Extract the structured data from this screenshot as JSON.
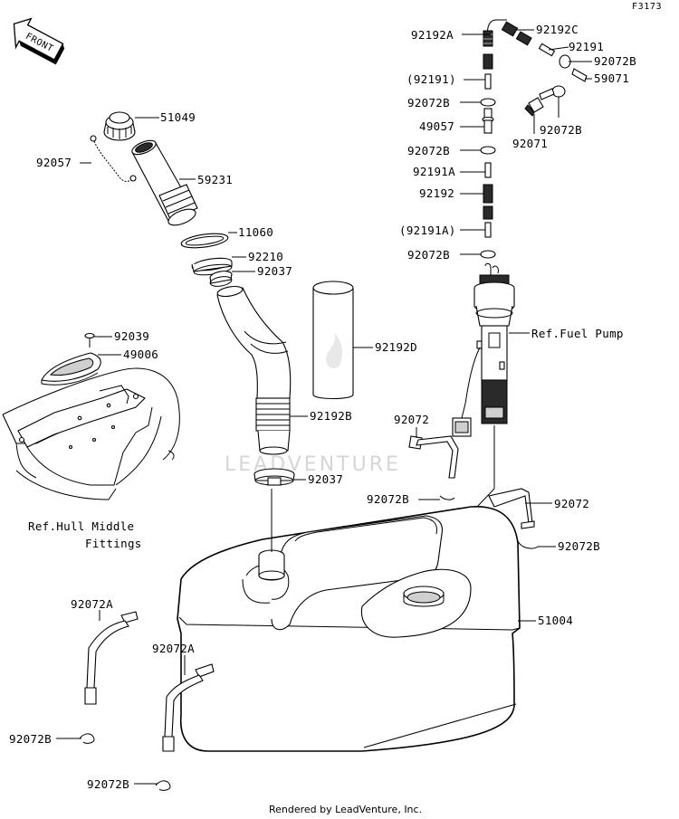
{
  "figure_code": "F3173",
  "watermark": "LEADVENTURE",
  "footer": "Rendered by LeadVenture, Inc.",
  "front_marker": "FRONT",
  "labels": {
    "92192C": "92192C",
    "92192A": "92192A",
    "92191": "92191",
    "92072B_top": "92072B",
    "59071": "59071",
    "92191_paren": "(92191)",
    "92072B_a": "92072B",
    "49057": "49057",
    "92072B_right": "92072B",
    "92072B_b": "92072B",
    "92071": "92071",
    "92191A": "92191A",
    "92192": "92192",
    "92191A_paren": "(92191A)",
    "92072B_c": "92072B",
    "51049": "51049",
    "92057": "92057",
    "59231": "59231",
    "11060": "11060",
    "92210": "92210",
    "92037_top": "92037",
    "92192D": "92192D",
    "92192B": "92192B",
    "92037_bottom": "92037",
    "ref_fuel_pump": "Ref.Fuel Pump",
    "92039": "92039",
    "49006": "49006",
    "92072_left": "92072",
    "92072B_mid": "92072B",
    "92072_right": "92072",
    "92072B_right2": "92072B",
    "ref_hull_line1": "Ref.Hull Middle",
    "ref_hull_line2": "Fittings",
    "51004": "51004",
    "92072A_left": "92072A",
    "92072A_mid": "92072A",
    "92072B_bl1": "92072B",
    "92072B_bl2": "92072B"
  }
}
